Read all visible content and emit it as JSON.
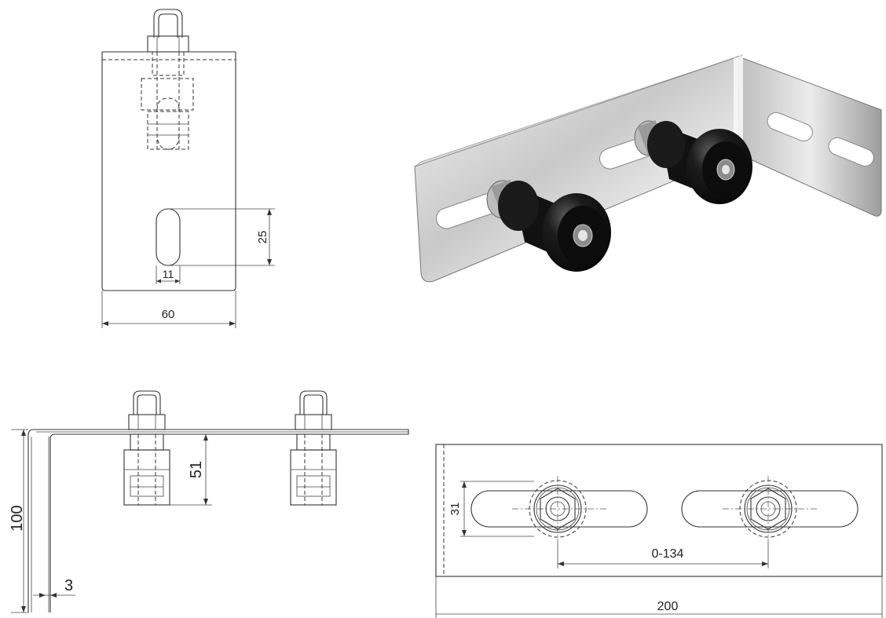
{
  "dimensions": {
    "top_width": "60",
    "slot_width": "11",
    "slot_length": "25",
    "roller_height": "51",
    "bracket_height": "100",
    "plate_thickness": "3",
    "slot_spacing": "31",
    "adjust_range": "0-134",
    "bracket_length": "200"
  },
  "colors": {
    "line": "#333333",
    "metal_light": "#e4e4e4",
    "metal_dark": "#8a8a8a",
    "roller": "#141414",
    "hole": "#ffffff"
  }
}
